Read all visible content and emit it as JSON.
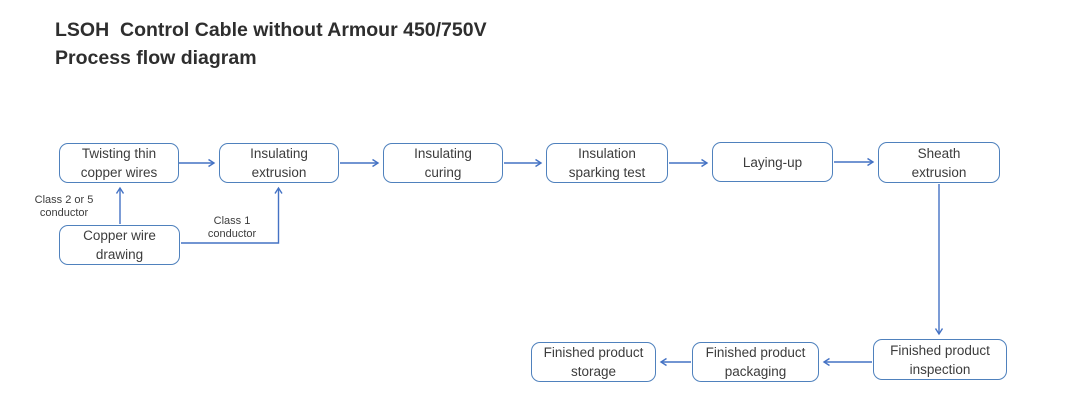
{
  "title": {
    "line1": "LSOH  Control Cable without Armour 450/750V",
    "line2": "Process flow diagram"
  },
  "colors": {
    "background": "#ffffff",
    "box_border": "#4f81bd",
    "arrow": "#4472c4",
    "box_text": "#3c3c3c",
    "title_text": "#2e2e2e"
  },
  "diagram": {
    "nodes": [
      {
        "id": "twisting-thin-copper-wires",
        "label": "Twisting thin\ncopper wires"
      },
      {
        "id": "insulating-extrusion",
        "label": "Insulating\nextrusion"
      },
      {
        "id": "insulating-curing",
        "label": "Insulating\ncuring"
      },
      {
        "id": "insulation-sparking-test",
        "label": "Insulation\nsparking test"
      },
      {
        "id": "laying-up",
        "label": "Laying-up"
      },
      {
        "id": "sheath-extrusion",
        "label": "Sheath\nextrusion"
      },
      {
        "id": "copper-wire-drawing",
        "label": "Copper wire\ndrawing"
      },
      {
        "id": "finished-product-inspection",
        "label": "Finished product\ninspection"
      },
      {
        "id": "finished-product-packaging",
        "label": "Finished product\npackaging"
      },
      {
        "id": "finished-product-storage",
        "label": "Finished product\nstorage"
      }
    ],
    "annotations": [
      {
        "id": "class-2-or-5-conductor",
        "label": "Class 2 or 5\nconductor"
      },
      {
        "id": "class-1-conductor",
        "label": "Class 1\nconductor"
      }
    ],
    "edges": [
      {
        "from": "twisting-thin-copper-wires",
        "to": "insulating-extrusion"
      },
      {
        "from": "insulating-extrusion",
        "to": "insulating-curing"
      },
      {
        "from": "insulating-curing",
        "to": "insulation-sparking-test"
      },
      {
        "from": "insulation-sparking-test",
        "to": "laying-up"
      },
      {
        "from": "laying-up",
        "to": "sheath-extrusion"
      },
      {
        "from": "sheath-extrusion",
        "to": "finished-product-inspection"
      },
      {
        "from": "finished-product-inspection",
        "to": "finished-product-packaging"
      },
      {
        "from": "finished-product-packaging",
        "to": "finished-product-storage"
      },
      {
        "from": "copper-wire-drawing",
        "to": "twisting-thin-copper-wires",
        "label": "Class 2 or 5 conductor"
      },
      {
        "from": "copper-wire-drawing",
        "to": "insulating-extrusion",
        "label": "Class 1 conductor"
      }
    ]
  }
}
